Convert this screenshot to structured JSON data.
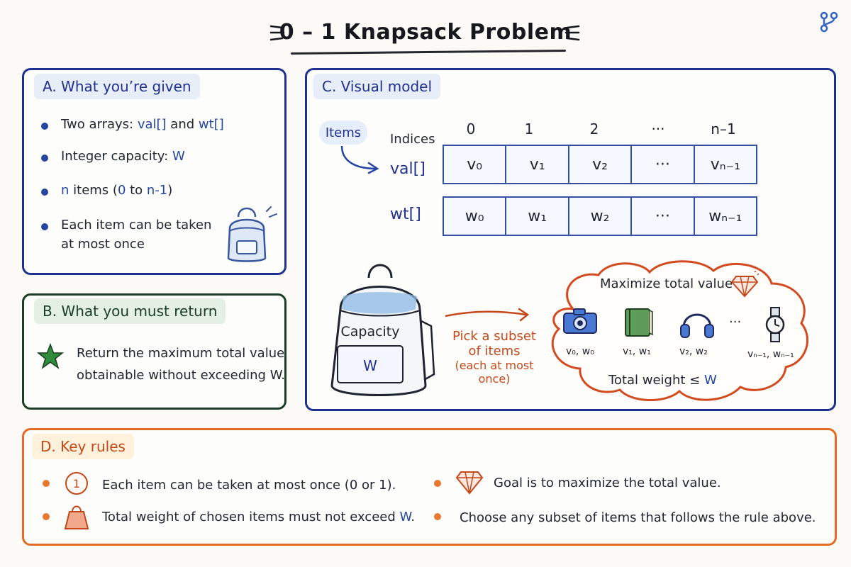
{
  "title": "0 – 1 Knapsack Problem",
  "panel_a": {
    "heading": "A. What you’re given",
    "bullets": [
      {
        "text_1": "Two arrays: ",
        "code_1": "val[]",
        "text_2": " and ",
        "code_2": "wt[]"
      },
      {
        "text_1": "Integer capacity: ",
        "code_1": "W"
      },
      {
        "code_1": "n",
        "text_1": " items  (",
        "code_2": "0",
        "text_2": " to ",
        "code_3": "n-1",
        "text_3": ")"
      },
      {
        "text_1": "Each item can be taken",
        "text_2": "at most once"
      }
    ]
  },
  "panel_b": {
    "heading": "B. What you must return",
    "line_1": "Return the maximum total value",
    "line_2": "obtainable without exceeding W."
  },
  "panel_c": {
    "heading": "C. Visual model",
    "items_label": "Items",
    "indices_label": "Indices",
    "indices": [
      "0",
      "1",
      "2",
      "···",
      "n–1"
    ],
    "val_label": "val[]",
    "wt_label": "wt[]",
    "val_cells": [
      "v₀",
      "v₁",
      "v₂",
      "···",
      "vₙ₋₁"
    ],
    "wt_cells": [
      "w₀",
      "w₁",
      "w₂",
      "···",
      "wₙ₋₁"
    ],
    "capacity_label": "Capacity",
    "capacity_value": "W",
    "pick_text_1": "Pick a subset",
    "pick_text_2": "of items",
    "pick_text_3": "(each at most once)",
    "cloud_title": "Maximize total value",
    "cloud_items": [
      "v₀, w₀",
      "v₁, w₁",
      "v₂, w₂",
      "vₙ₋₁, wₙ₋₁"
    ],
    "cloud_ellipsis": "···",
    "constraint_text": "Total weight  ≤  ",
    "constraint_value": "W"
  },
  "panel_d": {
    "heading": "D. Key rules",
    "rule_1_number": "1",
    "rule_1": "Each item can be taken at most once (0 or 1).",
    "rule_2_a": "Total weight of chosen items must not exceed ",
    "rule_2_b": "W",
    "rule_2_c": ".",
    "rule_3": "Goal is to maximize the total value.",
    "rule_4": "Choose any subset of items that follows the rule above."
  },
  "colors": {
    "blue": "#20308f",
    "green": "#1b3d25",
    "orange": "#e36b25",
    "red": "#c5481a"
  }
}
